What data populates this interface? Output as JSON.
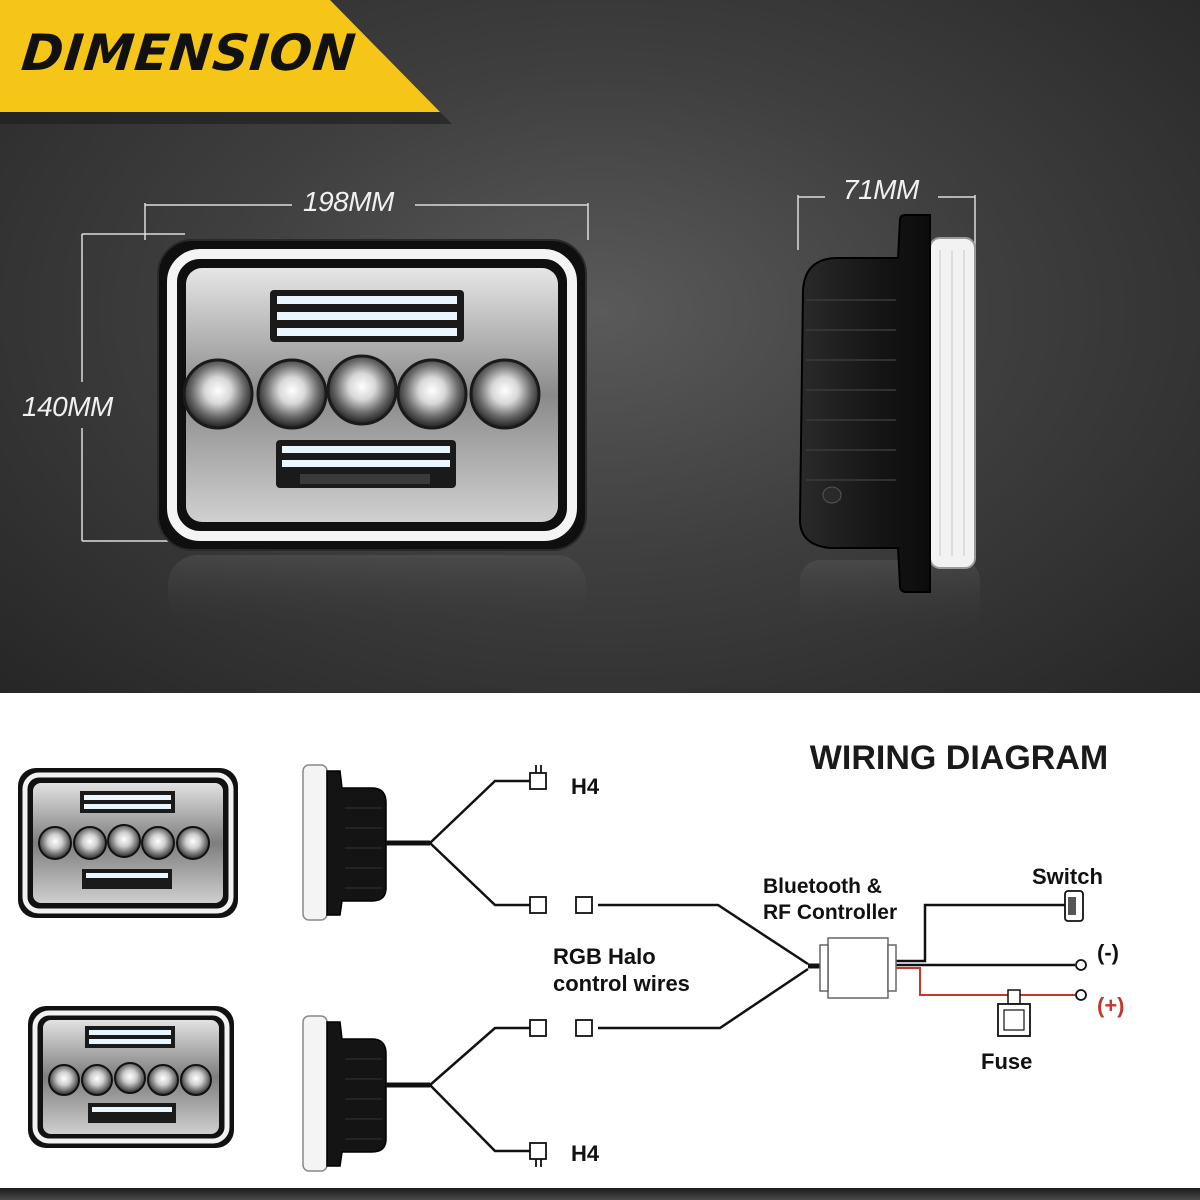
{
  "banner": {
    "title": "DIMENSION",
    "color": "#f5c518"
  },
  "dimensions": {
    "width": "198MM",
    "height": "140MM",
    "depth": "71MM"
  },
  "wiring": {
    "title": "WIRING DIAGRAM",
    "h4_top": "H4",
    "h4_bottom": "H4",
    "controller_line1": "Bluetooth &",
    "controller_line2": "RF Controller",
    "rgb_line1": "RGB Halo",
    "rgb_line2": "control wires",
    "switch": "Switch",
    "negative": "(-)",
    "positive": "(+)",
    "fuse": "Fuse",
    "positive_color": "#c0392b",
    "wire_color": "#111111"
  }
}
